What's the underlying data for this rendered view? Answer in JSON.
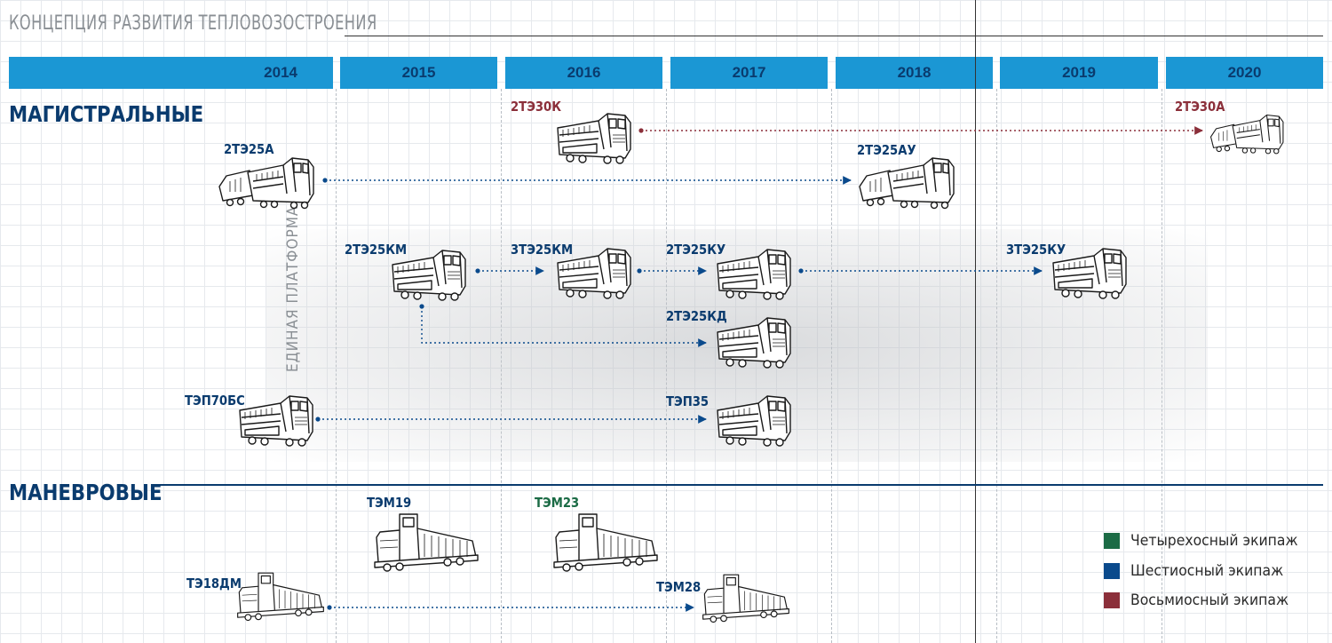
{
  "title": "КОНЦЕПЦИЯ РАЗВИТИЯ ТЕПЛОВОЗОСТРОЕНИЯ",
  "years": [
    "2014",
    "2015",
    "2016",
    "2017",
    "2018",
    "2019",
    "2020"
  ],
  "sections": {
    "mainline": "МАГИСТРАЛЬНЫЕ",
    "shunting": "МАНЕВРОВЫЕ"
  },
  "platform_label": "ЕДИНАЯ ПЛАТФОРМА",
  "locomotives": {
    "l_2te25a": "2ТЭ25А",
    "l_2te30k": "2ТЭ30К",
    "l_2te30a": "2ТЭ30А",
    "l_2te25au": "2ТЭ25АУ",
    "l_2te25km": "2ТЭ25КМ",
    "l_3te25km": "3ТЭ25КМ",
    "l_2te25ku": "2ТЭ25КУ",
    "l_3te25ku": "3ТЭ25КУ",
    "l_2te25kd": "2ТЭ25КД",
    "l_tep70bs": "ТЭП70БС",
    "l_tep35": "ТЭП35",
    "l_tem19": "ТЭМ19",
    "l_tem23": "ТЭМ23",
    "l_te18dm": "ТЭ18ДМ",
    "l_tem28": "ТЭМ28"
  },
  "legend": [
    {
      "label": "Четырехосный экипаж",
      "color": "#1b6b45"
    },
    {
      "label": "Шестиосный экипаж",
      "color": "#0a4a8c"
    },
    {
      "label": "Восьмиосный экипаж",
      "color": "#8b2f3a"
    }
  ],
  "colors": {
    "year_bar": "#1b97d4",
    "dark_blue": "#0a3b6e",
    "arrow_blue": "#0a4a8c",
    "arrow_red": "#8b2f3a"
  }
}
